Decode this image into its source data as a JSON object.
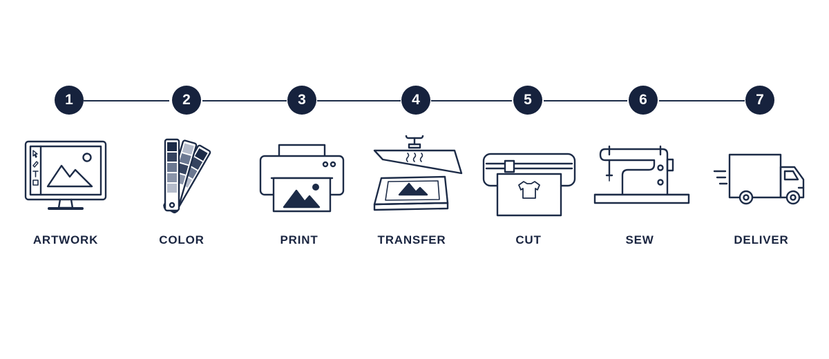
{
  "steps": [
    {
      "number": "1",
      "label": "ARTWORK",
      "icon": "computer-monitor-icon"
    },
    {
      "number": "2",
      "label": "COLOR",
      "icon": "color-swatch-icon"
    },
    {
      "number": "3",
      "label": "PRINT",
      "icon": "printer-icon"
    },
    {
      "number": "4",
      "label": "TRANSFER",
      "icon": "heat-press-icon"
    },
    {
      "number": "5",
      "label": "CUT",
      "icon": "vinyl-cutter-icon"
    },
    {
      "number": "6",
      "label": "SEW",
      "icon": "sewing-machine-icon"
    },
    {
      "number": "7",
      "label": "DELIVER",
      "icon": "delivery-truck-icon"
    }
  ],
  "colors": {
    "ink": "#1c2b47",
    "badge": "#16223d",
    "swatch_mid": "#6b7891",
    "swatch_light": "#b5bccb",
    "background": "#ffffff"
  }
}
